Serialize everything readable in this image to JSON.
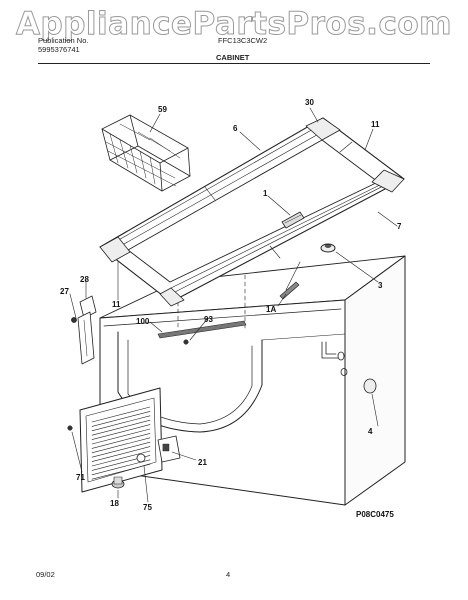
{
  "watermark": "AppliancePartsPros.com",
  "header": {
    "publication": "Publication No.",
    "publication_number": "5995376741",
    "model": "FFC13C3CW2",
    "section_title": "CABINET"
  },
  "footer": {
    "date": "09/02",
    "page": "4"
  },
  "drawing_code": "P08C0475",
  "callouts": {
    "c59": "59",
    "c30": "30",
    "c6": "6",
    "c11a": "11",
    "c1": "1",
    "c7": "7",
    "c28": "28",
    "c27": "27",
    "c11b": "11",
    "c1a": "1A",
    "c3": "3",
    "c100": "100",
    "c93": "93",
    "c4": "4",
    "c21": "21",
    "c71": "71",
    "c18": "18",
    "c75": "75"
  }
}
